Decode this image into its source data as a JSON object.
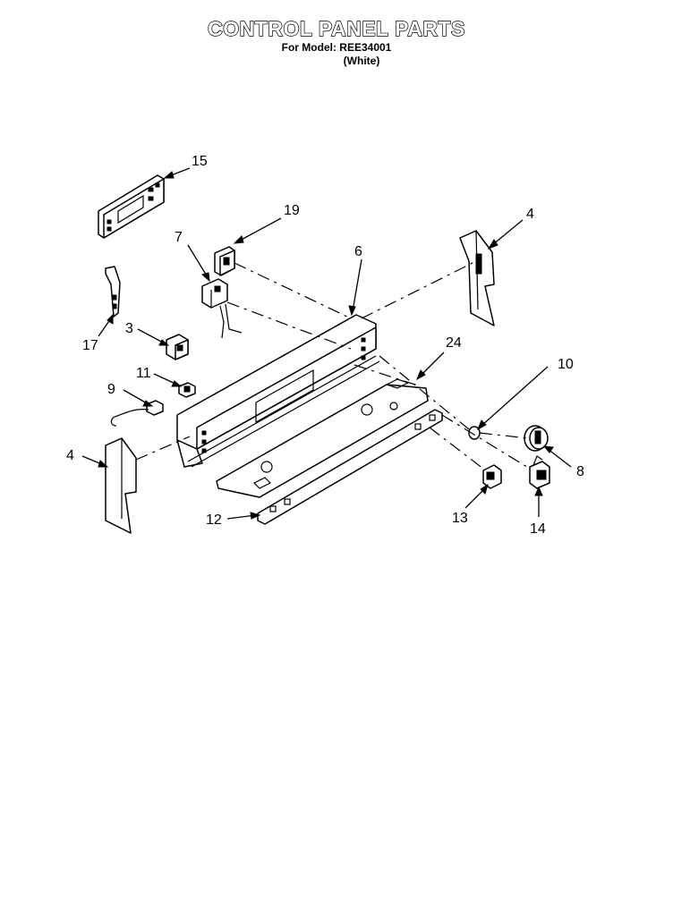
{
  "header": {
    "title": "CONTROL PANEL PARTS",
    "model_line": "For Model: REE34001",
    "color_line": "(White)"
  },
  "callouts": {
    "c15": "15",
    "c19": "19",
    "c7": "7",
    "c6": "6",
    "c4a": "4",
    "c17": "17",
    "c3": "3",
    "c11": "11",
    "c9": "9",
    "c24": "24",
    "c10": "10",
    "c4b": "4",
    "c8": "8",
    "c12": "12",
    "c13": "13",
    "c14": "14"
  }
}
